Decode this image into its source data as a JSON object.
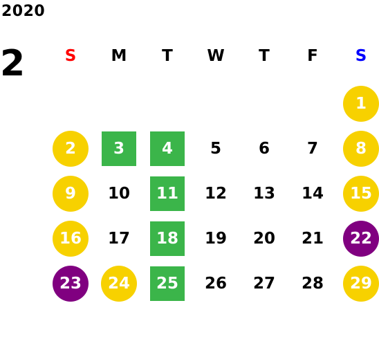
{
  "calendar": {
    "year": "2020",
    "month": "2",
    "weekdays": [
      {
        "label": "S",
        "color": "#ff0000"
      },
      {
        "label": "M",
        "color": "#000000"
      },
      {
        "label": "T",
        "color": "#000000"
      },
      {
        "label": "W",
        "color": "#000000"
      },
      {
        "label": "T",
        "color": "#000000"
      },
      {
        "label": "F",
        "color": "#000000"
      },
      {
        "label": "S",
        "color": "#0000ff"
      }
    ],
    "colors": {
      "yellow": "#f7d100",
      "green": "#3bb54a",
      "purple": "#800080",
      "text": "#000000"
    },
    "days": [
      {
        "n": "1",
        "style": "yellow-circle"
      },
      {
        "n": "2",
        "style": "yellow-circle"
      },
      {
        "n": "3",
        "style": "green-square"
      },
      {
        "n": "4",
        "style": "green-square"
      },
      {
        "n": "5",
        "style": "plain"
      },
      {
        "n": "6",
        "style": "plain"
      },
      {
        "n": "7",
        "style": "plain"
      },
      {
        "n": "8",
        "style": "yellow-circle"
      },
      {
        "n": "9",
        "style": "yellow-circle"
      },
      {
        "n": "10",
        "style": "plain"
      },
      {
        "n": "11",
        "style": "green-square"
      },
      {
        "n": "12",
        "style": "plain"
      },
      {
        "n": "13",
        "style": "plain"
      },
      {
        "n": "14",
        "style": "plain"
      },
      {
        "n": "15",
        "style": "yellow-circle"
      },
      {
        "n": "16",
        "style": "yellow-circle"
      },
      {
        "n": "17",
        "style": "plain"
      },
      {
        "n": "18",
        "style": "green-square"
      },
      {
        "n": "19",
        "style": "plain"
      },
      {
        "n": "20",
        "style": "plain"
      },
      {
        "n": "21",
        "style": "plain"
      },
      {
        "n": "22",
        "style": "purple-circle"
      },
      {
        "n": "23",
        "style": "purple-circle"
      },
      {
        "n": "24",
        "style": "yellow-circle"
      },
      {
        "n": "25",
        "style": "green-square"
      },
      {
        "n": "26",
        "style": "plain"
      },
      {
        "n": "27",
        "style": "plain"
      },
      {
        "n": "28",
        "style": "plain"
      },
      {
        "n": "29",
        "style": "yellow-circle"
      }
    ]
  }
}
